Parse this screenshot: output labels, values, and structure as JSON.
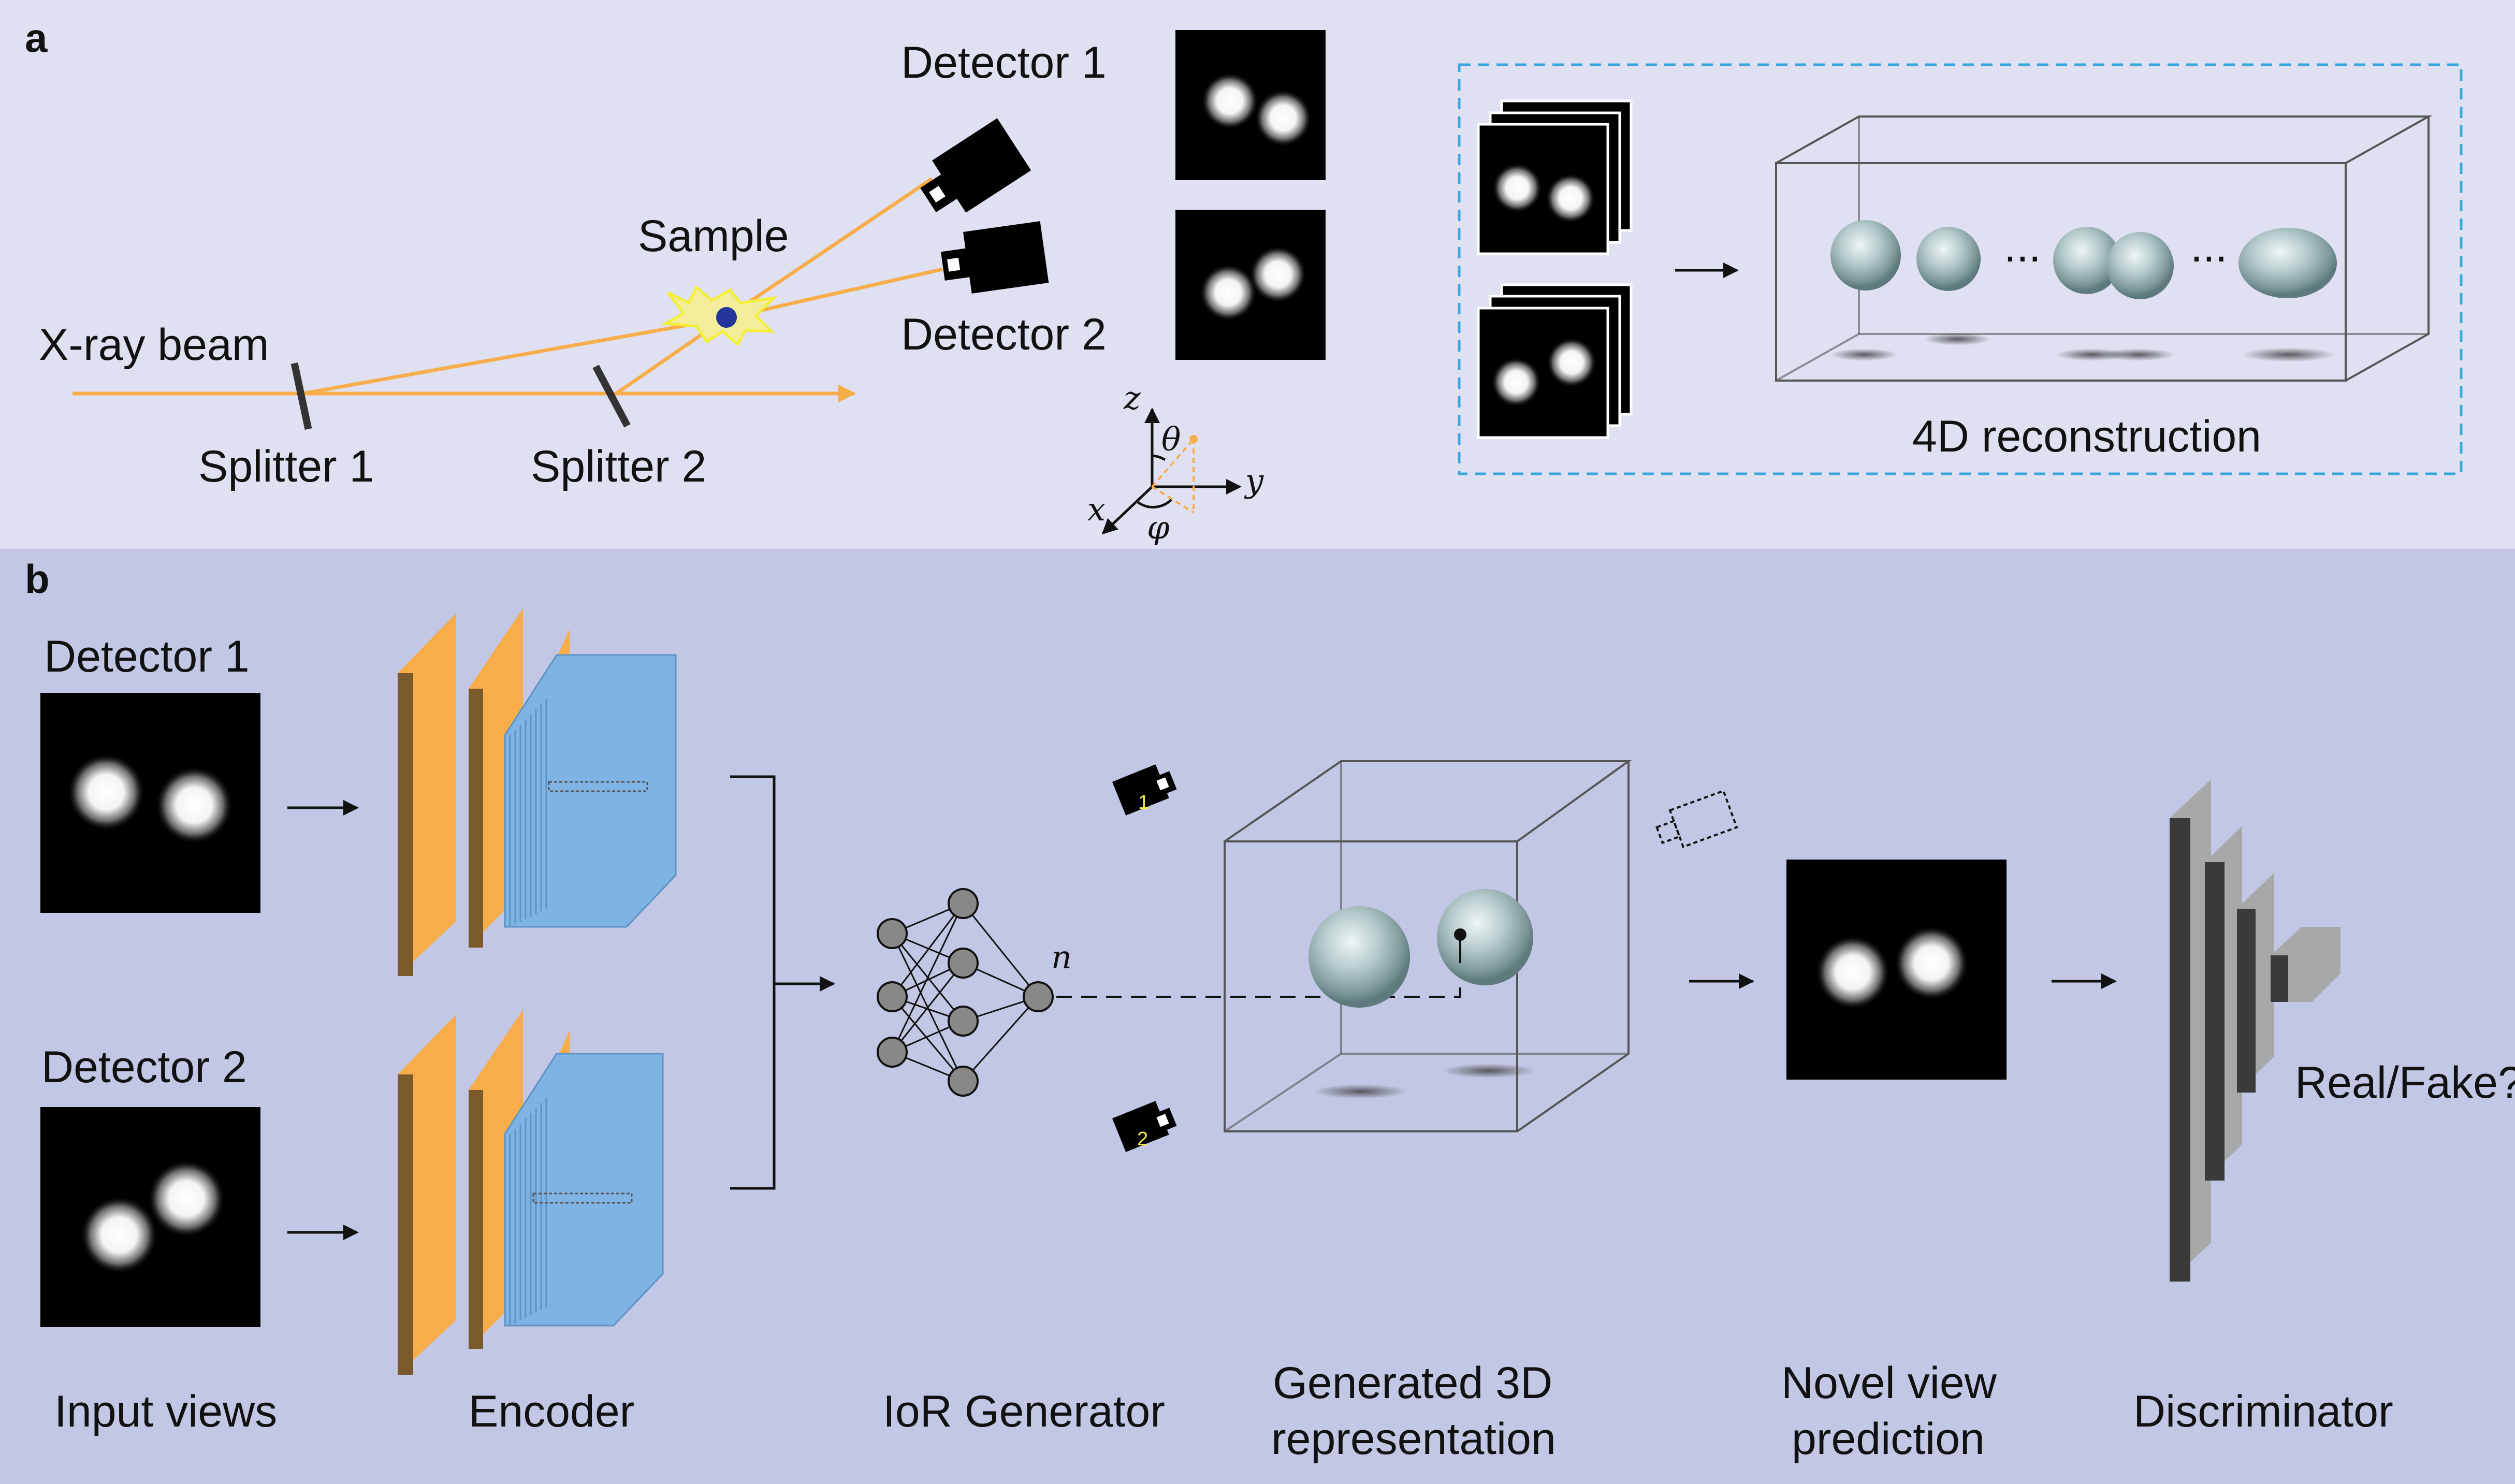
{
  "panel_a": {
    "label": "a",
    "xray_beam": "X-ray beam",
    "splitter_1": "Splitter 1",
    "splitter_2": "Splitter 2",
    "sample": "Sample",
    "detector_1": "Detector 1",
    "detector_2": "Detector 2",
    "axes": {
      "z": "z",
      "y": "y",
      "x": "x",
      "theta": "θ",
      "phi": "φ"
    },
    "ellipsis": "...",
    "reconstruction_label": "4D reconstruction"
  },
  "panel_b": {
    "label": "b",
    "detector_1": "Detector 1",
    "detector_2": "Detector 2",
    "n_label": "n",
    "camera_1": "1",
    "camera_2": "2",
    "stages": {
      "input_views": "Input views",
      "encoder": "Encoder",
      "ior_generator": "IoR Generator",
      "generated_3d_line1": "Generated 3D",
      "generated_3d_line2": "representation",
      "novel_view_line1": "Novel view",
      "novel_view_line2": "prediction",
      "discriminator": "Discriminator"
    },
    "real_fake": "Real/Fake?"
  },
  "colors": {
    "panel_a_bg": "#dfe1f2",
    "panel_b_bg": "#c1c7e4",
    "beam": "#f7ad4a",
    "encoder_orange": "#f7ad4a",
    "encoder_blue": "#7eb3e3",
    "reconstruction_box": "#3aa6dd",
    "sample_dot": "#23369a",
    "sample_glow": "#f4ef35"
  }
}
